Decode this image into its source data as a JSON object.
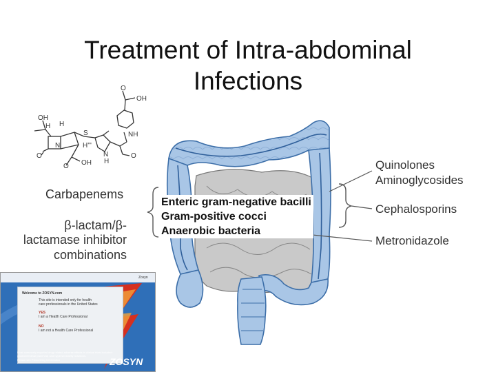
{
  "slide": {
    "title_line1": "Treatment of Intra-abdominal",
    "title_line2": "Infections"
  },
  "structure": {
    "atoms": {
      "o1": "O",
      "oh1": "OH",
      "oh2": "OH",
      "h1": "H",
      "h2": "H",
      "n": "N",
      "o2": "O",
      "s": "S",
      "hprime": "H'''",
      "o3": "O",
      "oh3": "OH",
      "nh1": "NH",
      "nh2": "N",
      "h3": "H",
      "o4": "O"
    }
  },
  "left_labels": {
    "carbapenems": "Carbapenems",
    "bl_line1": "β-lactam/β-",
    "bl_line2": "lactamase inhibitor",
    "bl_line3": "combinations"
  },
  "bacteria": {
    "line1": "Enteric gram-negative bacilli",
    "line2": "Gram-positive cocci",
    "line3": "Anaerobic bacteria"
  },
  "right_labels": {
    "quinolones": "Quinolones",
    "aminoglycosides": "Aminoglycosides",
    "cephalosporins": "Cephalosporins",
    "metronidazole": "Metronidazole"
  },
  "zosyn_ad": {
    "corner": "Zosyn",
    "welcome": "Welcome to ZOSYN.com",
    "intro1": "This site is intended only for health",
    "intro2": "care professionals in the United States",
    "yes_label": "YES",
    "yes_text": "I am a Health Care Professional",
    "no_label": "NO",
    "no_text": "I am not a Health Care Professional",
    "footer1": "Most commonly reported drug related adverse effects in clinical trials included:",
    "footer2": "gastrointestinal (diarrhea) and hypersensitivity reactions.",
    "footer3": "Please see Prescribing Information",
    "brand": "ZOSYN",
    "colors": {
      "background": "#2f6fb8",
      "swoosh_red": "#d6301f",
      "swoosh_orange": "#f1a23a"
    }
  },
  "colors": {
    "colon_fill": "#a9c6e6",
    "colon_stroke": "#3c6ea8",
    "intestine_fill": "#c9c9c9",
    "text": "#333333"
  }
}
